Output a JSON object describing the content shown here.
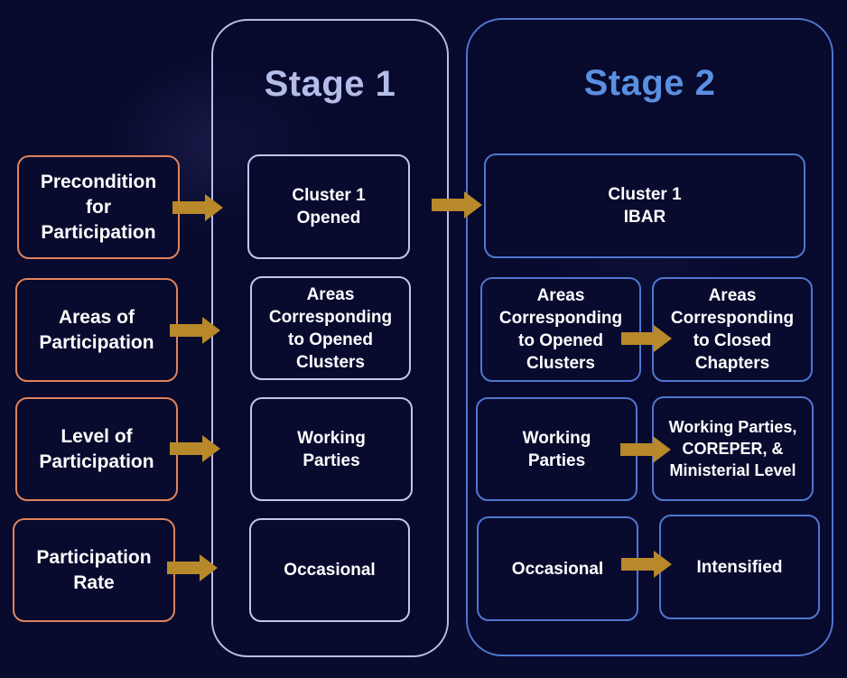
{
  "stages": [
    {
      "title": "Stage 1"
    },
    {
      "title": "Stage 2"
    }
  ],
  "criteria": [
    {
      "label": "Precondition\nfor\nParticipation"
    },
    {
      "label": "Areas of\nParticipation"
    },
    {
      "label": "Level of\nParticipation"
    },
    {
      "label": "Participation\nRate"
    }
  ],
  "stage1_items": [
    {
      "label": "Cluster 1\nOpened"
    },
    {
      "label": "Areas\nCorresponding\nto Opened\nClusters"
    },
    {
      "label": "Working\nParties"
    },
    {
      "label": "Occasional"
    }
  ],
  "stage2_items": {
    "cluster": {
      "label": "Cluster 1\nIBAR"
    },
    "areas_from": {
      "label": "Areas\nCorresponding\nto Opened\nClusters"
    },
    "areas_to": {
      "label": "Areas\nCorresponding\nto Closed\nChapters"
    },
    "level_from": {
      "label": "Working\nParties"
    },
    "level_to": {
      "label": "Working Parties,\nCOREPER, &\nMinisterial Level"
    },
    "rate_from": {
      "label": "Occasional"
    },
    "rate_to": {
      "label": "Intensified"
    }
  },
  "colors": {
    "background": "#080a2e",
    "criteria_border": "#e0835c",
    "stage1_border": "#c2c6ea",
    "stage2_border": "#4f76cf",
    "stage1_title": "#b4bde8",
    "stage2_title": "#5b8fe0",
    "arrow": "#b8892a"
  }
}
